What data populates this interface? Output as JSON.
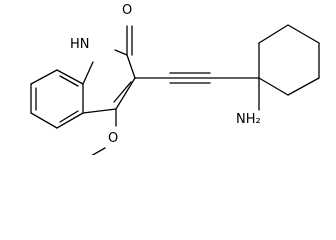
{
  "molecule": {
    "atoms": {
      "carbonyl_oxygen": "O",
      "ring_nitrogen": "H N",
      "ring_nitrogen_plain": "HN",
      "methoxy_oxygen": "O",
      "amine": "NH₂"
    },
    "colors": {
      "bond": "#000000",
      "text": "#000000",
      "background": "#ffffff"
    }
  }
}
